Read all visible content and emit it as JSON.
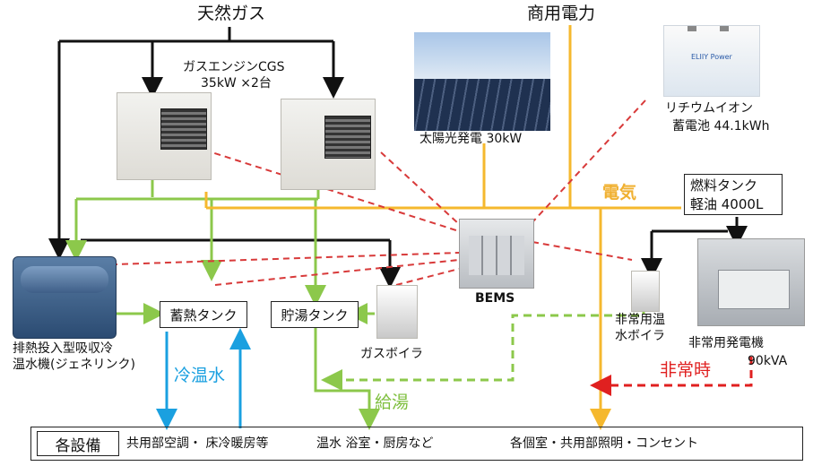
{
  "sources": {
    "gas": "天然ガス",
    "grid": "商用電力"
  },
  "equipment": {
    "cgs_name": "ガスエンジンCGS",
    "cgs_spec": "35kW ×2台",
    "solar": "太陽光発電 30kW",
    "battery_line1": "リチウムイオン",
    "battery_line2": "蓄電池 44.1kWh",
    "battery_brand": "ELIIY Power",
    "fuel_tank_line1": "燃料タンク",
    "fuel_tank_line2": "軽油 4000L",
    "bems": "BEMS",
    "chiller_line1": "排熱投入型吸収冷",
    "chiller_line2": "温水機(ジェネリンク)",
    "heat_tank": "蓄熱タンク",
    "hot_tank": "貯湯タンク",
    "gas_boiler": "ガスボイラ",
    "emergency_boiler_line1": "非常用温",
    "emergency_boiler_line2": "水ボイラ",
    "emergency_gen": "非常用発電機",
    "emergency_gen_spec": "90kVA"
  },
  "flows": {
    "electricity": "電気",
    "cold_hot_water": "冷温水",
    "hot_water_supply": "給湯",
    "emergency": "非常時"
  },
  "facilities": {
    "label": "各設備",
    "hvac": "共用部空調・ 床冷暖房等",
    "hot_water": "温水 浴室・厨房など",
    "power": "各個室・共用部照明・コンセント"
  },
  "colors": {
    "gas_line": "#111111",
    "heat_line": "#8cc84b",
    "power_line": "#f5b82e",
    "signal_line": "#d83a3a",
    "water_line": "#1aa0e0"
  }
}
